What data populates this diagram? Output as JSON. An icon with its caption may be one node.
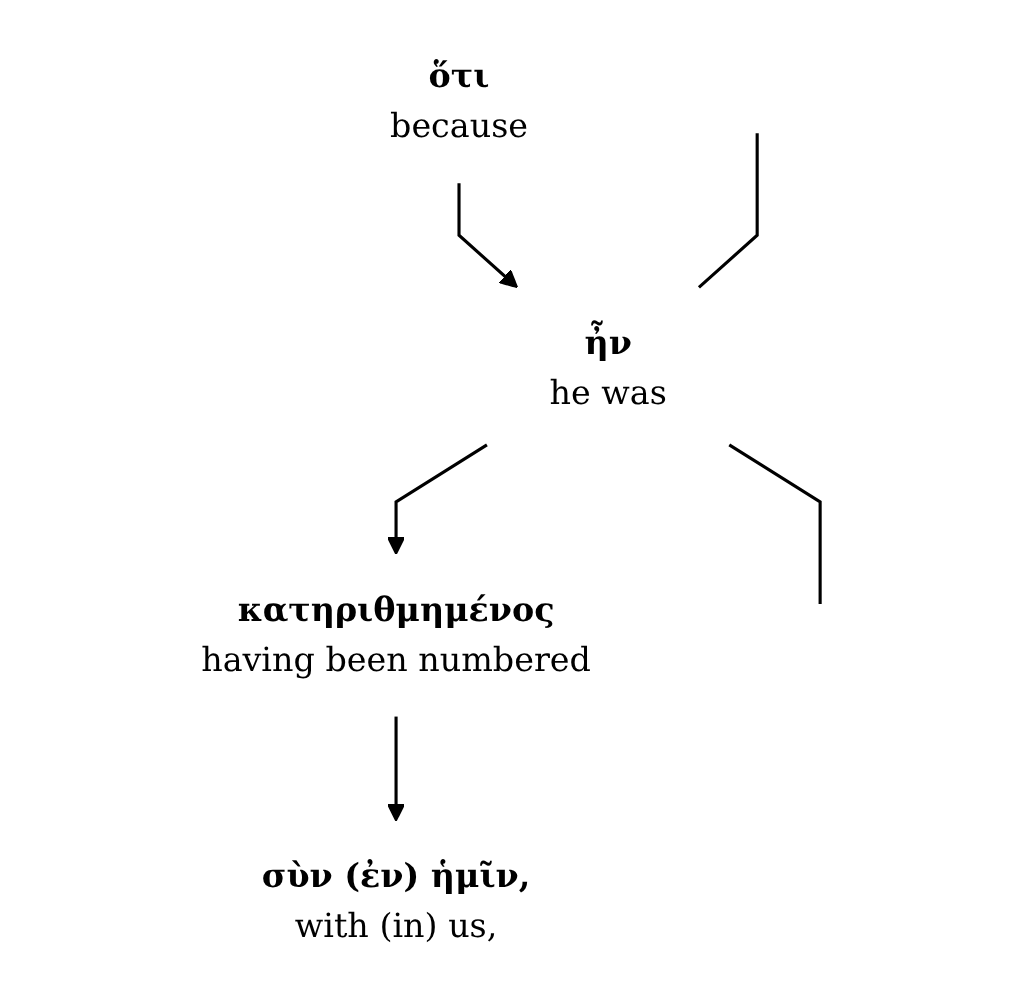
{
  "diagram": {
    "nodes": [
      {
        "text": [
          "ὅτι",
          "because"
        ]
      },
      {
        "text": [
          "ἦν",
          "he was"
        ]
      },
      {
        "text": [
          "κατηριθμημένος",
          "having been numbered"
        ]
      },
      {
        "text": [
          "σὺν (ἐν) ἡμῖν,",
          "with (in) us,"
        ]
      }
    ],
    "edges": [
      {
        "from": 0,
        "to": 1,
        "arrow": "to"
      },
      {
        "from": 1,
        "to": 2,
        "arrow": "to"
      },
      {
        "from": 2,
        "to": 3,
        "arrow": "to"
      },
      {
        "from": null,
        "to": 1,
        "arrow": "none"
      },
      {
        "from": 1,
        "to": null,
        "arrow": "none"
      }
    ]
  }
}
